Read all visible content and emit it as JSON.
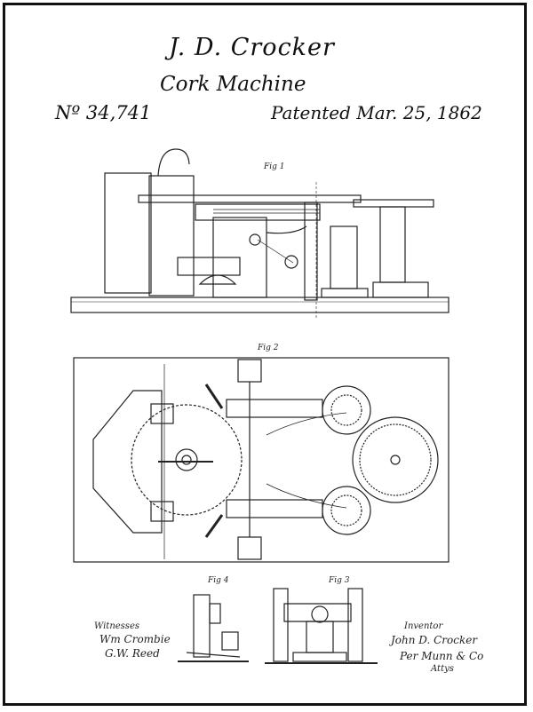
{
  "header": {
    "inventor": "J. D. Crocker",
    "title": "Cork Machine",
    "patent_number": "Nº 34,741",
    "patented_date": "Patented Mar. 25, 1862"
  },
  "figures": {
    "fig1": "Fig 1",
    "fig2": "Fig 2",
    "fig3": "Fig 3",
    "fig4": "Fig 4"
  },
  "footer": {
    "witnesses_label": "Witnesses",
    "witness_1": "Wm Crombie",
    "witness_2": "G.W. Reed",
    "inventor_label": "Inventor",
    "inventor_signature": "John D. Crocker",
    "attorney_signature": "Per Munn & Co",
    "attorney_label": "Attys"
  }
}
